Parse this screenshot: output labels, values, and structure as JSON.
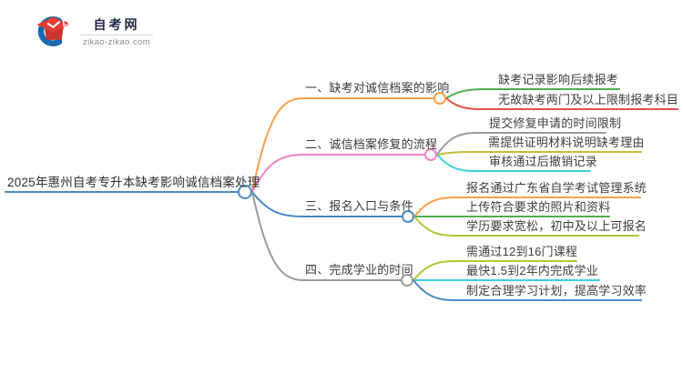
{
  "logo": {
    "site_name": "自考网",
    "site_domain": "zikao-zikao.com",
    "brand_navy": "#1e2a44",
    "brand_blue": "#1a6ab0",
    "brand_red": "#e23c34",
    "brand_red_dark": "#c9322d"
  },
  "mindmap": {
    "root": {
      "label": "2025年惠州自考专升本缺考影响诚信档案处理",
      "color": "#4a89c8"
    },
    "branches": [
      {
        "label": "一、缺考对诚信档案的影响",
        "color": "#f7a04b",
        "leaves": [
          {
            "label": "缺考记录影响后续报考",
            "color": "#4cb050"
          },
          {
            "label": "无故缺考两门及以上限制报考科目",
            "color": "#e15241"
          }
        ]
      },
      {
        "label": "二、诚信档案修复的流程",
        "color": "#ef82c4",
        "leaves": [
          {
            "label": "提交修复申请的时间限制",
            "color": "#9b9b9b"
          },
          {
            "label": "需提供证明材料说明缺考理由",
            "color": "#c2bd39"
          },
          {
            "label": "审核通过后撤销记录",
            "color": "#3ecfe0"
          }
        ]
      },
      {
        "label": "三、报名入口与条件",
        "color": "#4a89c8",
        "leaves": [
          {
            "label": "报名通过广东省自学考试管理系统",
            "color": "#f7a04b"
          },
          {
            "label": "上传符合要求的照片和资料",
            "color": "#4cb050"
          },
          {
            "label": "学历要求宽松，初中及以上可报名",
            "color": "#b6c636"
          }
        ]
      },
      {
        "label": "四、完成学业的时间",
        "color": "#9b9b9b",
        "leaves": [
          {
            "label": "需通过12到16门课程",
            "color": "#b6c636"
          },
          {
            "label": "最快1.5到2年内完成学业",
            "color": "#3ecfe0"
          },
          {
            "label": "制定合理学习计划，提高学习效率",
            "color": "#4a89c8"
          }
        ]
      }
    ]
  }
}
